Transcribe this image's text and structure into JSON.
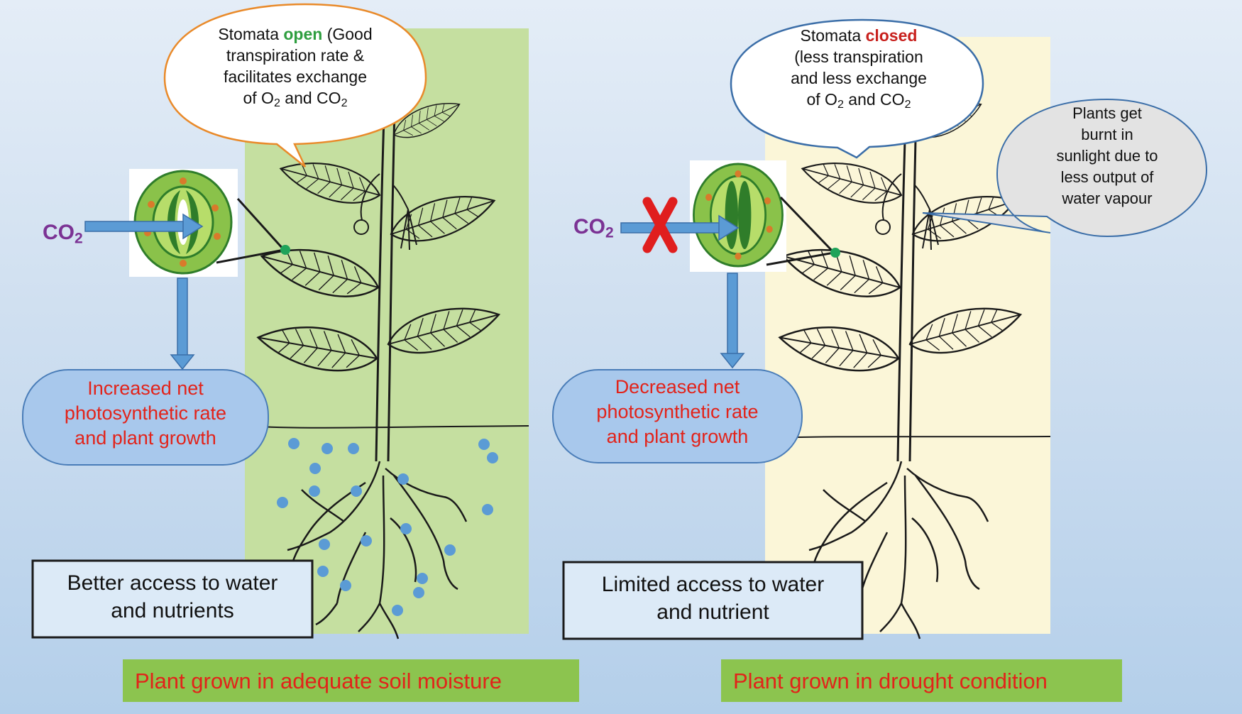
{
  "left": {
    "callout": {
      "prefix": "Stomata ",
      "highlight": "open",
      "line1_rest": " (Good",
      "line2": "transpiration rate &",
      "line3": "facilitates exchange",
      "line4_a": "of O",
      "line4_b": "2",
      "line4_c": " and CO",
      "line4_d": "2"
    },
    "co2_label": "CO",
    "co2_sub": "2",
    "result": [
      "Increased net",
      "photosynthetic rate",
      "and plant growth"
    ],
    "access": [
      "Better access to water",
      "and nutrients"
    ],
    "caption": "Plant grown in adequate soil moisture"
  },
  "right": {
    "callout": {
      "prefix": "Stomata ",
      "highlight": "closed",
      "line2": "(less transpiration",
      "line3": "and less exchange",
      "line4_a": "of O",
      "line4_b": "2",
      "line4_c": " and CO",
      "line4_d": "2"
    },
    "burn": [
      "Plants get",
      "burnt in",
      "sunlight due to",
      "less output of",
      "water vapour"
    ],
    "co2_label": "CO",
    "co2_sub": "2",
    "result": [
      "Decreased net",
      "photosynthetic rate",
      "and plant growth"
    ],
    "access": [
      "Limited access to water",
      "and nutrient"
    ],
    "caption": "Plant grown in drought condition"
  },
  "colors": {
    "moist_panel": "#c5dfa0",
    "drought_panel": "#fbf6d8",
    "caption_bg": "#8cc44f",
    "arrow": "#5b9bd5",
    "red_text": "#e2231a",
    "co2_text": "#7b3294"
  }
}
